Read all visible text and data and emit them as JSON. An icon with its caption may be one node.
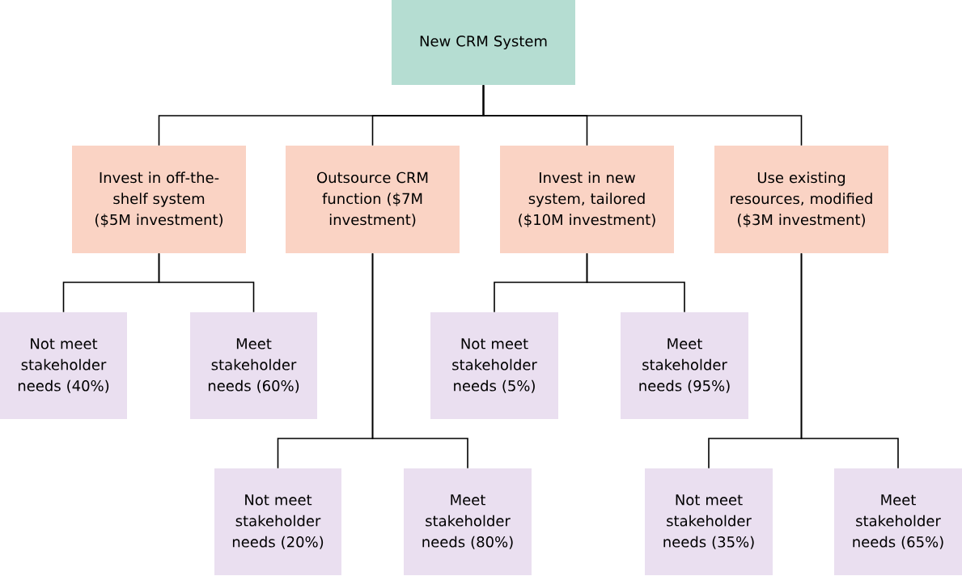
{
  "diagram": {
    "nodes": [
      {
        "text": [
          "New CRM System"
        ]
      },
      {
        "text": [
          "Invest in off-the-shelf system ($5M investment)"
        ]
      },
      {
        "text": [
          "Outsource CRM function ($7M investment)"
        ]
      },
      {
        "text": [
          "Invest in new system, tailored ($10M investment)"
        ]
      },
      {
        "text": [
          "Use existing resources, modified ($3M investment)"
        ]
      },
      {
        "text": [
          "Not meet stakeholder needs (40%)"
        ]
      },
      {
        "text": [
          "Meet stakeholder needs (60%)"
        ]
      },
      {
        "text": [
          "Not meet stakeholder needs (5%)"
        ]
      },
      {
        "text": [
          "Meet stakeholder needs (95%)"
        ]
      },
      {
        "text": [
          "Not meet stakeholder needs (20%)"
        ]
      },
      {
        "text": [
          "Meet stakeholder needs (80%)"
        ]
      },
      {
        "text": [
          "Not meet stakeholder needs (35%)"
        ]
      },
      {
        "text": [
          "Meet stakeholder needs (65%)"
        ]
      }
    ],
    "edges": [
      {
        "from": 0,
        "to": 1,
        "arrow": "none"
      },
      {
        "from": 0,
        "to": 2,
        "arrow": "none"
      },
      {
        "from": 0,
        "to": 3,
        "arrow": "none"
      },
      {
        "from": 0,
        "to": 4,
        "arrow": "none"
      },
      {
        "from": 1,
        "to": 5,
        "arrow": "none"
      },
      {
        "from": 1,
        "to": 6,
        "arrow": "none"
      },
      {
        "from": 3,
        "to": 7,
        "arrow": "none"
      },
      {
        "from": 3,
        "to": 8,
        "arrow": "none"
      },
      {
        "from": 2,
        "to": 9,
        "arrow": "none"
      },
      {
        "from": 2,
        "to": 10,
        "arrow": "none"
      },
      {
        "from": 4,
        "to": 11,
        "arrow": "none"
      },
      {
        "from": 4,
        "to": 12,
        "arrow": "none"
      }
    ]
  }
}
